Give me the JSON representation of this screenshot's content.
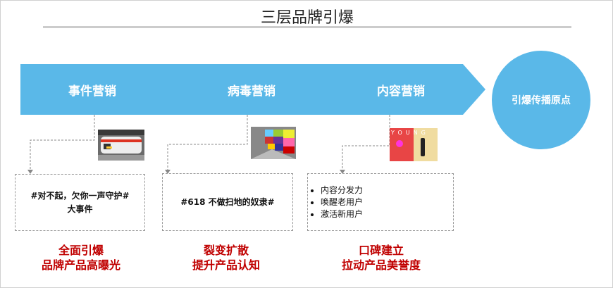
{
  "title": "三层品牌引爆",
  "stages": [
    {
      "label": "事件营销"
    },
    {
      "label": "病毒营销"
    },
    {
      "label": "内容营销"
    }
  ],
  "target": "引爆传播原点",
  "boxes": [
    {
      "line1": "#对不起，欠你一声守护#",
      "line2": "大事件"
    },
    {
      "line1": "#618 不做扫地的奴隶#"
    },
    {
      "bullets": [
        "内容分发力",
        "唤醒老用户",
        "激活新用户"
      ]
    }
  ],
  "results": [
    {
      "line1": "全面引爆",
      "line2": "品牌产品高曝光"
    },
    {
      "line1": "裂变扩散",
      "line2": "提升产品认知"
    },
    {
      "line1": "口碑建立",
      "line2": "拉动产品美誉度"
    }
  ],
  "colors": {
    "band": "#5ab8e8",
    "result": "#c00000"
  }
}
